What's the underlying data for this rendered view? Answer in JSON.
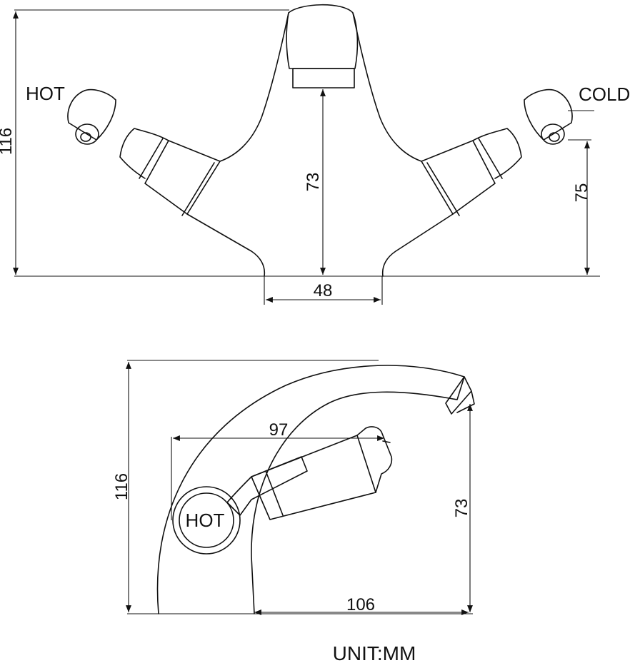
{
  "front_view": {
    "hot_label": "HOT",
    "cold_label": "COLD",
    "dim_height_total": "116",
    "dim_spout_height": "73",
    "dim_handle_height": "75",
    "dim_base_width": "48"
  },
  "side_view": {
    "dim_height_total": "116",
    "dim_reach_handle": "97",
    "dim_spout_height": "73",
    "dim_reach_spout": "106",
    "hot_badge": "HOT"
  },
  "unit_label": "UNIT:MM",
  "colors": {
    "line": "#111111",
    "background": "#ffffff"
  }
}
